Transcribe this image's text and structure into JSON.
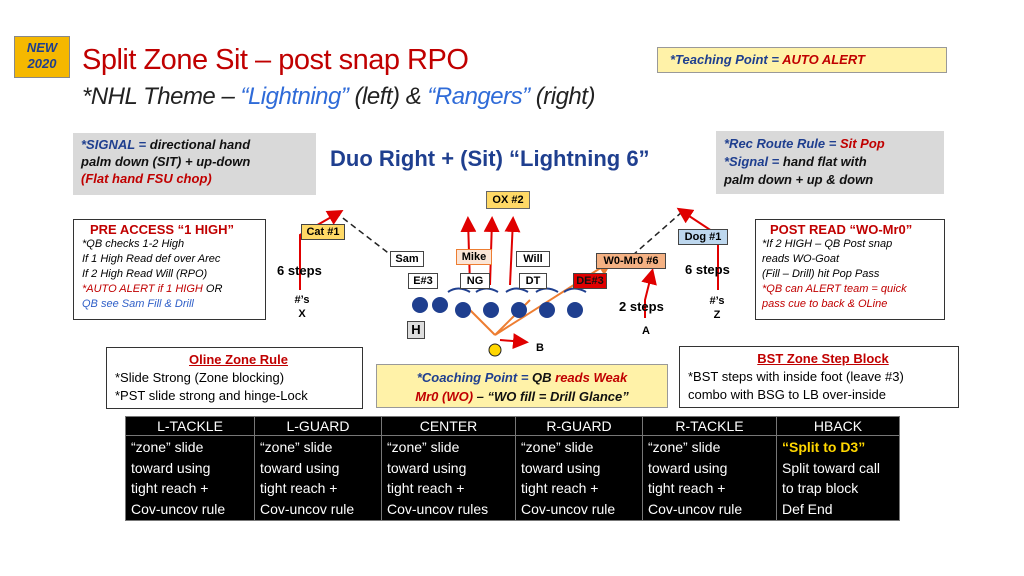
{
  "badge": {
    "line1": "NEW",
    "line2": "2020"
  },
  "title": "Split Zone Sit – post snap RPO",
  "subtitle": {
    "prefix": "*NHL Theme – ",
    "left": "“Lightning”",
    "mid1": " (left) & ",
    "right": "“Rangers”",
    "mid2": " (right)"
  },
  "teaching_point": {
    "label": "*Teaching Point = ",
    "value": "AUTO ALERT"
  },
  "signal": {
    "label": "*SIGNAL = ",
    "text1": "directional hand",
    "line2": "palm down (SIT) + up-down",
    "line3": "(Flat hand FSU chop)"
  },
  "play_call": "Duo Right + (Sit) “Lightning 6”",
  "rec_route": {
    "label1": "*Rec Route Rule = ",
    "value1": "Sit Pop",
    "label2": "*Signal = ",
    "text2": "hand flat with",
    "line3": "palm down + up & down"
  },
  "ox_label": "OX #2",
  "pre_access": {
    "heading": "PRE ACCESS “1 HIGH”",
    "line1": "*QB checks 1-2 High",
    "line2": "If 1 High Read def over Arec",
    "line3": "If 2 High Read Will (RPO)",
    "line4_red": "*AUTO ALERT if 1 HIGH",
    "line4_or": " OR",
    "line5": "QB see Sam Fill & Drill"
  },
  "post_read": {
    "heading": "POST READ “WO-Mr0”",
    "line1": "*If 2 HIGH – QB Post snap",
    "line2": "reads WO-Goat",
    "line3": "(Fill – Drill) hit Pop Pass",
    "line4": "*QB can ALERT team = quick",
    "line5": "pass cue to back & OLine"
  },
  "diagram": {
    "cat": "Cat #1",
    "dog": "Dog #1",
    "sam": "Sam",
    "mike": "Mike",
    "will": "Will",
    "wo": "W0-Mr0 #6",
    "e3": "E#3",
    "ng": "NG",
    "dt": "DT",
    "de3": "DE#3",
    "h": "H",
    "a": "A",
    "b": "B",
    "steps_left": "6 steps",
    "steps_right": "6 steps",
    "two_steps": "2 steps",
    "x_label1": "#’s",
    "x_label2": "X",
    "z_label1": "#’s",
    "z_label2": "Z"
  },
  "oline_rule": {
    "heading": "Oline Zone Rule",
    "line1": "*Slide Strong (Zone blocking)",
    "line2": "*PST slide strong and hinge-Lock"
  },
  "coaching_point": {
    "line1a": "*Coaching Point = ",
    "line1b": "QB",
    "line1c": " reads Weak",
    "line2a": "Mr0 (WO)",
    "line2b": " – “WO fill = Drill Glance”"
  },
  "bst": {
    "heading": "BST Zone Step Block",
    "line1": "*BST steps with inside foot (leave #3)",
    "line2": "combo with BSG to LB over-inside"
  },
  "table": {
    "headers": [
      "L-TACKLE",
      "L-GUARD",
      "CENTER",
      "R-GUARD",
      "R-TACKLE",
      "HBACK"
    ],
    "rows": [
      [
        "“zone” slide",
        "“zone” slide",
        "“zone” slide",
        "“zone” slide",
        "“zone” slide",
        "“Split to D3”"
      ],
      [
        "toward using",
        "toward using",
        "toward using",
        "toward using",
        "toward using",
        "Split toward call"
      ],
      [
        "tight reach +",
        "tight reach +",
        "tight reach +",
        "tight reach +",
        "tight reach +",
        "to trap block"
      ],
      [
        "Cov-uncov rule",
        "Cov-uncov rule",
        "Cov-uncov rules",
        "Cov-uncov rule",
        "Cov-uncov rule",
        "Def End"
      ]
    ]
  },
  "colors": {
    "red": "#c00000",
    "blue": "#1f3f8f",
    "yellow": "#ffd966",
    "orange": "#f4b183"
  }
}
